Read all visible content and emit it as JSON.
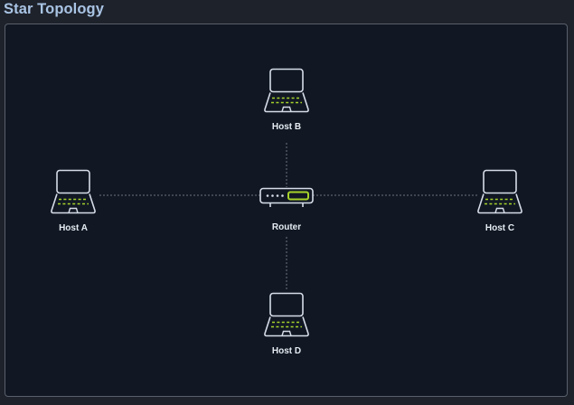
{
  "title": "Star Topology",
  "nodes": {
    "host_a": {
      "label": "Host A",
      "icon": "laptop-icon"
    },
    "host_b": {
      "label": "Host B",
      "icon": "laptop-icon"
    },
    "host_c": {
      "label": "Host C",
      "icon": "laptop-icon"
    },
    "host_d": {
      "label": "Host D",
      "icon": "laptop-icon"
    },
    "router": {
      "label": "Router",
      "icon": "router-icon"
    }
  },
  "links": [
    {
      "from": "router",
      "to": "host_a"
    },
    {
      "from": "router",
      "to": "host_b"
    },
    {
      "from": "router",
      "to": "host_c"
    },
    {
      "from": "router",
      "to": "host_d"
    }
  ],
  "colors": {
    "icon_stroke": "#d6dde8",
    "accent": "#a6d32a",
    "link": "#6d7480",
    "title": "#a9c4e4"
  }
}
